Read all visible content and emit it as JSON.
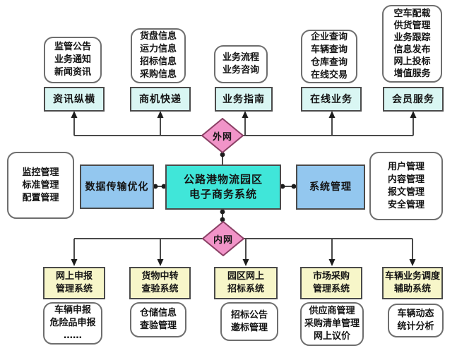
{
  "colors": {
    "cyan_panel": "#d9f6f3",
    "teal_center": "#40e6d9",
    "blue_module": "#93c7ef",
    "pink_diamond": "#f194c8",
    "yellow_panel": "#f7f6c9",
    "line": "#4a4a4a"
  },
  "external_zone": {
    "gateway": "外网",
    "groups": [
      {
        "detail": "监管公告\n业务通知\n新闻资讯",
        "label": "资讯纵横"
      },
      {
        "detail": "货盘信息\n运力信息\n招标信息\n采购信息",
        "label": "商机快递"
      },
      {
        "detail": "业务流程\n业务咨询",
        "label": "业务指南"
      },
      {
        "detail": "企业查询\n车辆查询\n仓库查询\n在线交易",
        "label": "在线业务"
      },
      {
        "detail": "空车配载\n供货管理\n业务跟踪\n信息发布\n网上投标\n增值服务",
        "label": "会员服务"
      }
    ]
  },
  "core": {
    "center_system": "公路港物流园区\n电子商务系统",
    "data_transfer_module": "数据传输优化",
    "system_admin_module": "系统管理",
    "ops_detail": "监控管理\n标准管理\n配置管理",
    "admin_detail": "用户管理\n内容管理\n报文管理\n安全管理"
  },
  "internal_zone": {
    "gateway": "内网",
    "groups": [
      {
        "label": "网上申报\n管理系统",
        "detail": "车辆申报\n危险品申报\n……"
      },
      {
        "label": "货物中转\n查验系统",
        "detail": "仓储信息\n查验管理"
      },
      {
        "label": "园区网上\n招标系统",
        "detail": "招标公告\n邀标管理"
      },
      {
        "label": "市场采购\n管理系统",
        "detail": "供应商管理\n采购清单管理\n网上议价"
      },
      {
        "label": "车辆业务调度\n辅助系统",
        "detail": "车辆动态\n统计分析"
      }
    ]
  }
}
